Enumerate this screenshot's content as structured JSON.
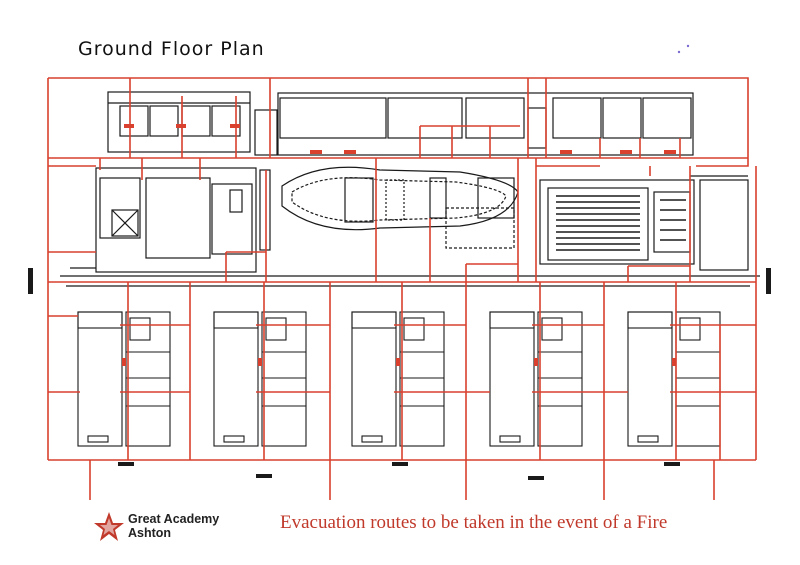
{
  "title": "Ground Floor Plan",
  "caption": "Evacuation routes to be taken in the event of a Fire",
  "logo": {
    "line1": "Great Academy",
    "line2": "Ashton",
    "icon": "star-logo-icon"
  },
  "colors": {
    "route": "#d9402e",
    "wall": "#1a1a1a",
    "caption": "#c0392b",
    "logo_star": "#c0392b"
  }
}
